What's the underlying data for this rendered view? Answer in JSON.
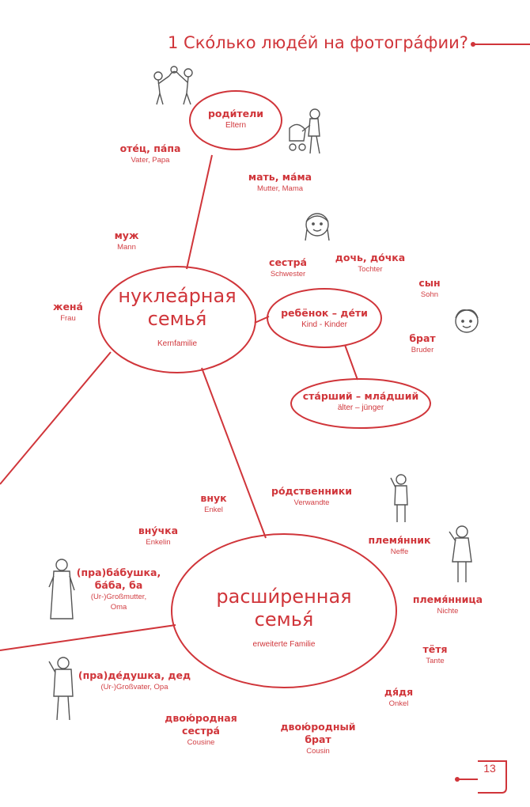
{
  "header": {
    "title": "1 Ско́лько люде́й на фотогра́фии?"
  },
  "page_number": "13",
  "colors": {
    "accent": "#d0353a",
    "ink": "#555555"
  },
  "nodes": {
    "roditeli": {
      "ru": "роди́тели",
      "de": "Eltern"
    },
    "nuclear": {
      "line1": "нуклеа́рная",
      "line2": "семья́",
      "de": "Kernfamilie"
    },
    "child": {
      "ru": "ребёнок – де́ти",
      "de": "Kind - Kinder"
    },
    "older": {
      "ru": "ста́рший – мла́дший",
      "de": "älter – jünger"
    },
    "extended": {
      "line1": "расши́ренная",
      "line2": "семья́",
      "de": "erweiterte Familie"
    }
  },
  "terms": {
    "father": {
      "ru": "оте́ц, па́па",
      "de": "Vater, Papa"
    },
    "mother": {
      "ru": "мать, ма́ма",
      "de": "Mutter, Mama"
    },
    "husband": {
      "ru": "муж",
      "de": "Mann"
    },
    "sister": {
      "ru": "сестра́",
      "de": "Schwester"
    },
    "daughter": {
      "ru": "дочь, до́чка",
      "de": "Tochter"
    },
    "son": {
      "ru": "сын",
      "de": "Sohn"
    },
    "wife": {
      "ru": "жена́",
      "de": "Frau"
    },
    "brother": {
      "ru": "брат",
      "de": "Bruder"
    },
    "relatives": {
      "ru": "ро́дственники",
      "de": "Verwandte"
    },
    "grandson": {
      "ru": "внук",
      "de": "Enkel"
    },
    "granddaughter": {
      "ru": "вну́чка",
      "de": "Enkelin"
    },
    "nephew": {
      "ru": "племя́нник",
      "de": "Neffe"
    },
    "grandmother": {
      "ru1": "(пра)ба́бушка,",
      "ru2": "ба́ба, ба",
      "de1": "(Ur-)Großmutter,",
      "de2": "Oma"
    },
    "niece": {
      "ru": "племя́нница",
      "de": "Nichte"
    },
    "aunt": {
      "ru": "тётя",
      "de": "Tante"
    },
    "grandfather": {
      "ru": "(пра)де́душка, дед",
      "de": "(Ur-)Großvater, Opa"
    },
    "uncle": {
      "ru": "дя́дя",
      "de": "Onkel"
    },
    "cousin_f": {
      "ru1": "двою́родная",
      "ru2": "сестра́",
      "de": "Cousine"
    },
    "cousin_m": {
      "ru1": "двою́родный",
      "ru2": "брат",
      "de": "Cousin"
    }
  }
}
